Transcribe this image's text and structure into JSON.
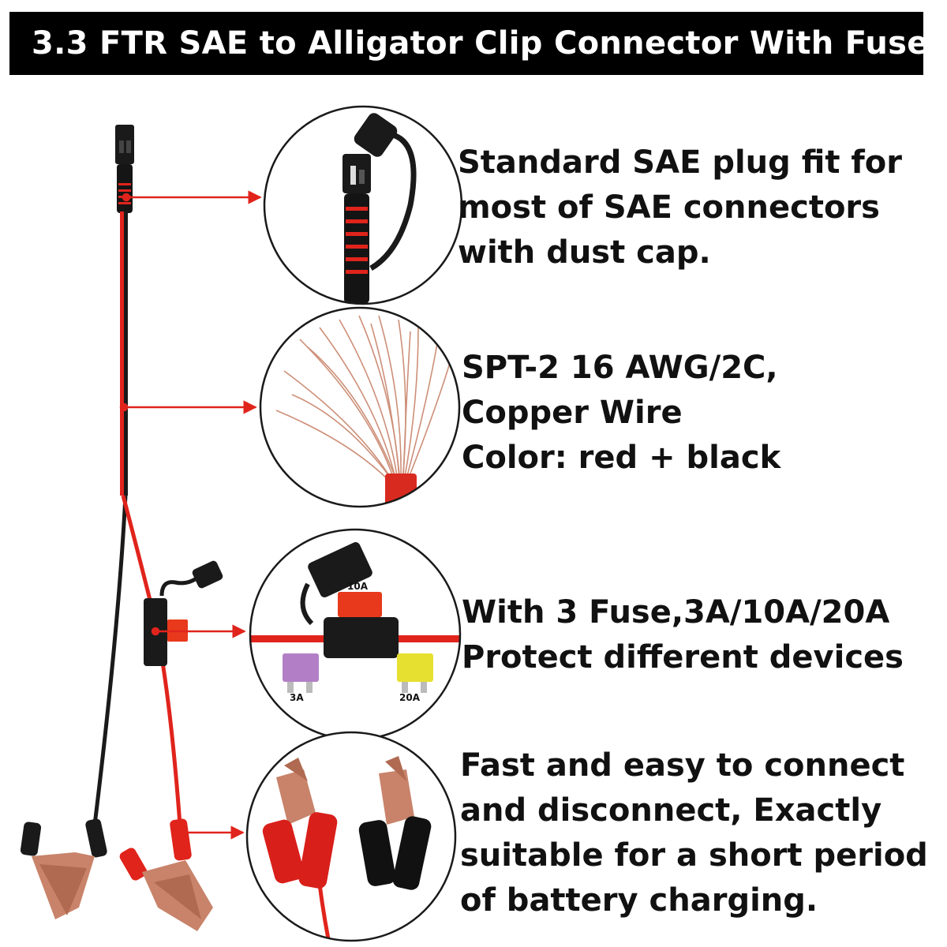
{
  "title": "3.3 FTR SAE to Alligator Clip Connector With Fuse",
  "features": [
    {
      "name": "sae-plug",
      "lines": [
        "Standard SAE plug fit for",
        "most of SAE connectors",
        "with dust cap."
      ]
    },
    {
      "name": "copper-wire",
      "lines": [
        "SPT-2 16 AWG/2C,",
        "Copper Wire",
        "Color: red + black"
      ]
    },
    {
      "name": "fuse",
      "lines": [
        "With 3 Fuse,3A/10A/20A",
        "Protect different devices"
      ]
    },
    {
      "name": "alligator-clips",
      "lines": [
        "Fast and easy to connect",
        "and disconnect, Exactly",
        "suitable for a short period",
        "of battery charging."
      ]
    }
  ],
  "fuse_labels": {
    "top": "10A",
    "left": "3A",
    "right": "20A"
  },
  "colors": {
    "wire_red": "#e0241c",
    "wire_black": "#1a1a1a",
    "copper": "#c8836a",
    "fuse_red": "#e8391c",
    "fuse_purple": "#b27fc6",
    "fuse_yellow": "#e6e030",
    "pointer": "#e0241c",
    "title_bg": "#000000"
  }
}
